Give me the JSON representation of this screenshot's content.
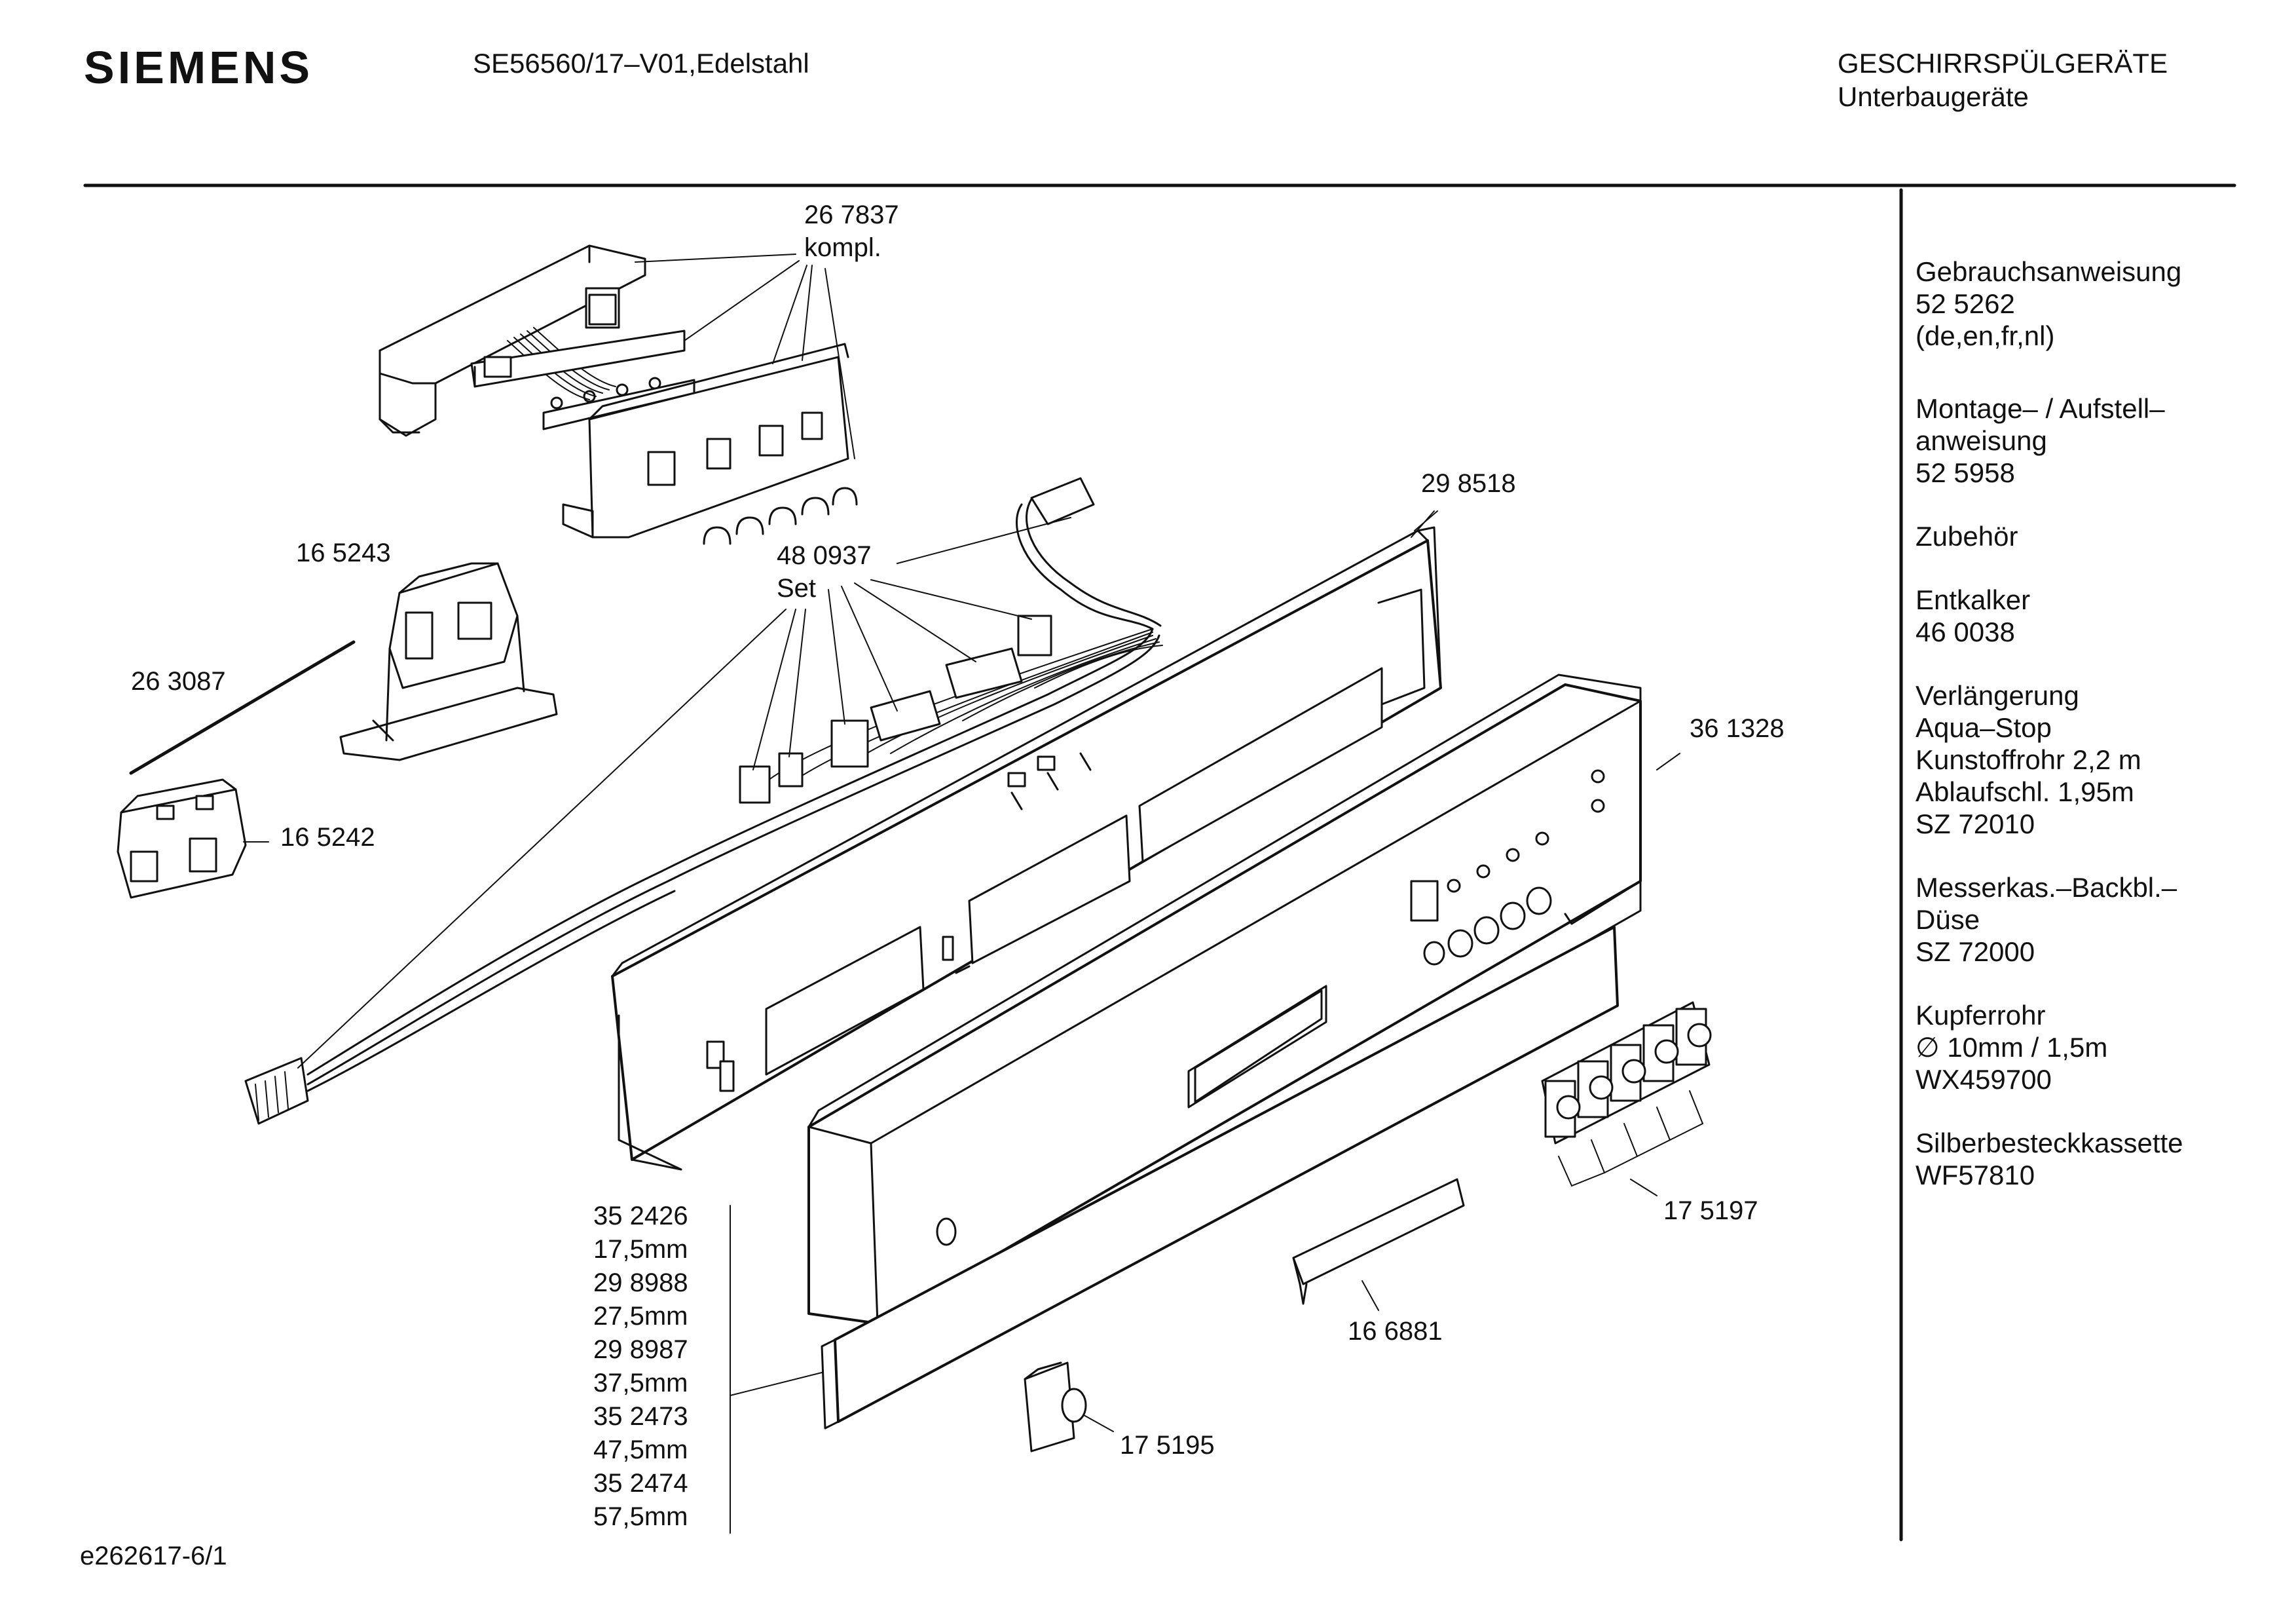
{
  "header": {
    "brand": "SIEMENS",
    "model": "SE56560/17–V01,Edelstahl",
    "category": "GESCHIRRSPÜLGERÄTE",
    "subcategory": "Unterbaugeräte"
  },
  "parts": {
    "p267837_num": "26 7837",
    "p267837_note": "kompl.",
    "p165243": "16 5243",
    "p263087": "26 3087",
    "p165242": "16 5242",
    "p480937_num": "48 0937",
    "p480937_note": "Set",
    "p298518": "29 8518",
    "p361328": "36 1328",
    "p175197": "17 5197",
    "p166881": "16 6881",
    "p175195": "17 5195"
  },
  "variants": [
    "35 2426",
    "17,5mm",
    "29 8988",
    "27,5mm",
    "29 8987",
    "37,5mm",
    "35 2473",
    "47,5mm",
    "35 2474",
    "57,5mm"
  ],
  "sidebar": {
    "blocks": [
      [
        "Gebrauchsanweisung",
        "52 5262",
        "(de,en,fr,nl)"
      ],
      [
        "Montage– / Aufstell–",
        "anweisung",
        "52 5958"
      ],
      [
        "Zubehör"
      ],
      [
        "Entkalker",
        "46 0038"
      ],
      [
        "Verlängerung",
        "Aqua–Stop",
        "Kunstoffrohr 2,2 m",
        "Ablaufschl. 1,95m",
        "SZ 72010"
      ],
      [
        "Messerkas.–Backbl.–",
        "Düse",
        "SZ 72000"
      ],
      [
        "Kupferrohr",
        "∅ 10mm / 1,5m",
        "WX459700"
      ],
      [
        "Silberbesteckkassette",
        "WF57810"
      ]
    ]
  },
  "footer": {
    "drawing_id": "e262617-6/1"
  }
}
